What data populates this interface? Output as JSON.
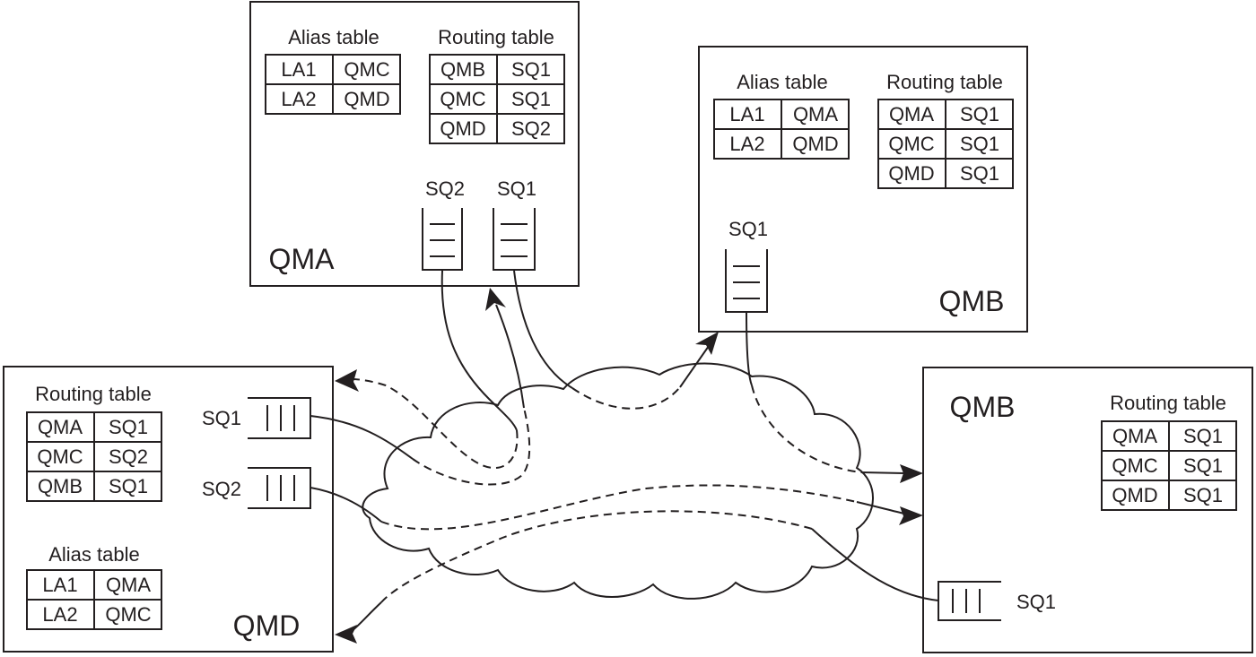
{
  "queue_managers": {
    "qma": {
      "name": "QMA",
      "alias_table": {
        "title": "Alias table",
        "rows": [
          [
            "LA1",
            "QMC"
          ],
          [
            "LA2",
            "QMD"
          ]
        ]
      },
      "routing_table": {
        "title": "Routing table",
        "rows": [
          [
            "QMB",
            "SQ1"
          ],
          [
            "QMC",
            "SQ1"
          ],
          [
            "QMD",
            "SQ2"
          ]
        ]
      },
      "queues": [
        "SQ2",
        "SQ1"
      ]
    },
    "qmb_top": {
      "name": "QMB",
      "alias_table": {
        "title": "Alias table",
        "rows": [
          [
            "LA1",
            "QMA"
          ],
          [
            "LA2",
            "QMD"
          ]
        ]
      },
      "routing_table": {
        "title": "Routing table",
        "rows": [
          [
            "QMA",
            "SQ1"
          ],
          [
            "QMC",
            "SQ1"
          ],
          [
            "QMD",
            "SQ1"
          ]
        ]
      },
      "queues": [
        "SQ1"
      ]
    },
    "qmd": {
      "name": "QMD",
      "routing_table": {
        "title": "Routing table",
        "rows": [
          [
            "QMA",
            "SQ1"
          ],
          [
            "QMC",
            "SQ2"
          ],
          [
            "QMB",
            "SQ1"
          ]
        ]
      },
      "alias_table": {
        "title": "Alias table",
        "rows": [
          [
            "LA1",
            "QMA"
          ],
          [
            "LA2",
            "QMC"
          ]
        ]
      },
      "queues": [
        "SQ1",
        "SQ2"
      ]
    },
    "qmb_right": {
      "name": "QMB",
      "routing_table": {
        "title": "Routing table",
        "rows": [
          [
            "QMA",
            "SQ1"
          ],
          [
            "QMC",
            "SQ1"
          ],
          [
            "QMD",
            "SQ1"
          ]
        ]
      },
      "queues": [
        "SQ1"
      ]
    }
  }
}
